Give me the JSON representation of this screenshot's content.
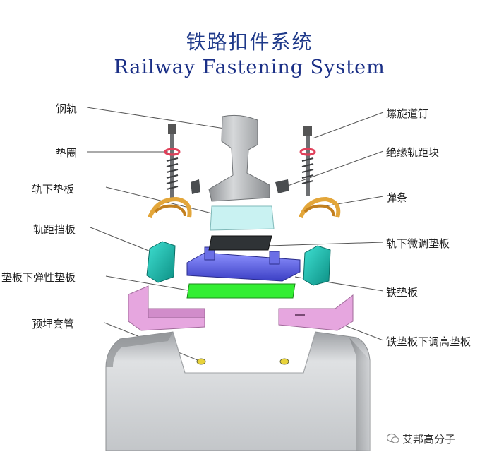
{
  "title_cn": "铁路扣件系统",
  "title_en": "Railway Fastening System",
  "labels": {
    "rail": "钢轨",
    "washer": "垫圈",
    "rail_pad": "轨下垫板",
    "gauge_block": "轨距挡板",
    "elastic_pad": "垫板下弹性垫板",
    "sleeve": "预埋套管",
    "screw_spike": "螺旋道钉",
    "insulator": "绝缘轨距块",
    "clip": "弹条",
    "adjust_pad": "轨下微调垫板",
    "iron_plate": "铁垫板",
    "height_pad": "铁垫板下调高垫板"
  },
  "watermark": "艾邦高分子",
  "colors": {
    "title": "#1f3a8a",
    "rail": "#b9bcbf",
    "clip": "#e3a63a",
    "rail_pad": "#c9f2f2",
    "adjust_pad": "#2f3336",
    "iron_plate": "#5b5fd9",
    "elastic_pad": "#33ee33",
    "height_pad": "#e6a6df",
    "gauge_block": "#14b3a5",
    "sleeper": "#d3d5d8"
  }
}
